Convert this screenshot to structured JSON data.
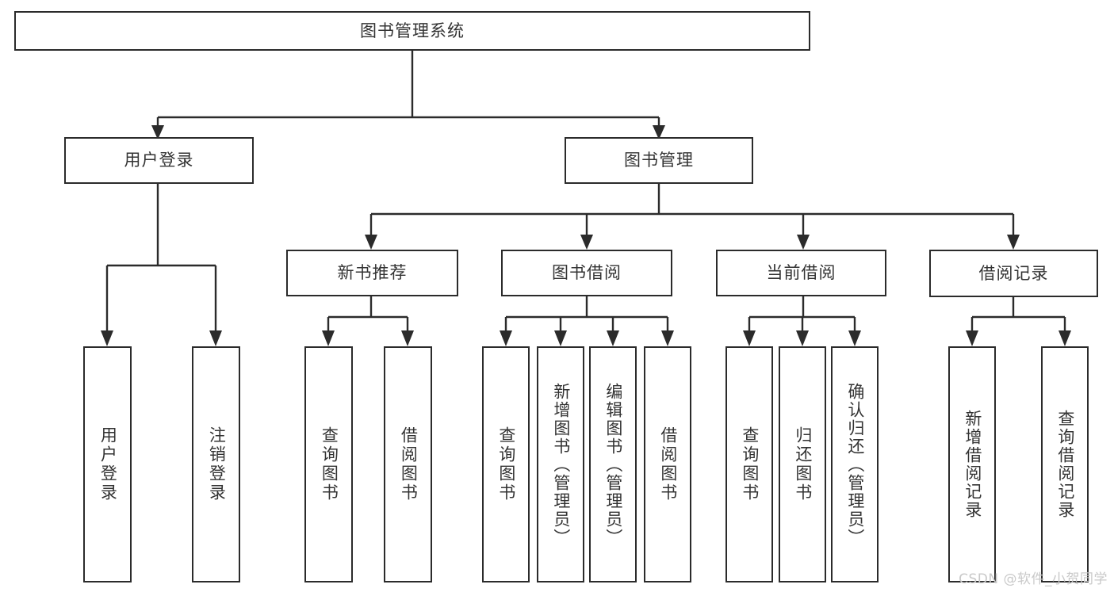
{
  "diagram": {
    "type": "tree-hierarchy",
    "title": "图书管理系统",
    "watermark": "CSDN @软件_小贺同学",
    "colors": {
      "stroke": "#2b2b2b",
      "text": "#333333",
      "background": "#ffffff",
      "watermark": "#c9c9c9"
    },
    "root": {
      "label": "图书管理系统"
    },
    "level2": [
      {
        "label": "用户登录"
      },
      {
        "label": "图书管理"
      }
    ],
    "level3": [
      {
        "label": "新书推荐"
      },
      {
        "label": "图书借阅"
      },
      {
        "label": "当前借阅"
      },
      {
        "label": "借阅记录"
      }
    ],
    "leaves": {
      "user_login": [
        {
          "label": "用户登录"
        },
        {
          "label": "注销登录"
        }
      ],
      "new_book_recommend": [
        {
          "label": "查询图书"
        },
        {
          "label": "借阅图书"
        }
      ],
      "book_borrow": [
        {
          "label": "查询图书"
        },
        {
          "label": "新增图书（管理员）"
        },
        {
          "label": "编辑图书（管理员）"
        },
        {
          "label": "借阅图书"
        }
      ],
      "current_borrow": [
        {
          "label": "查询图书"
        },
        {
          "label": "归还图书"
        },
        {
          "label": "确认归还（管理员）"
        }
      ],
      "borrow_record": [
        {
          "label": "新增借阅记录"
        },
        {
          "label": "查询借阅记录"
        }
      ]
    }
  }
}
